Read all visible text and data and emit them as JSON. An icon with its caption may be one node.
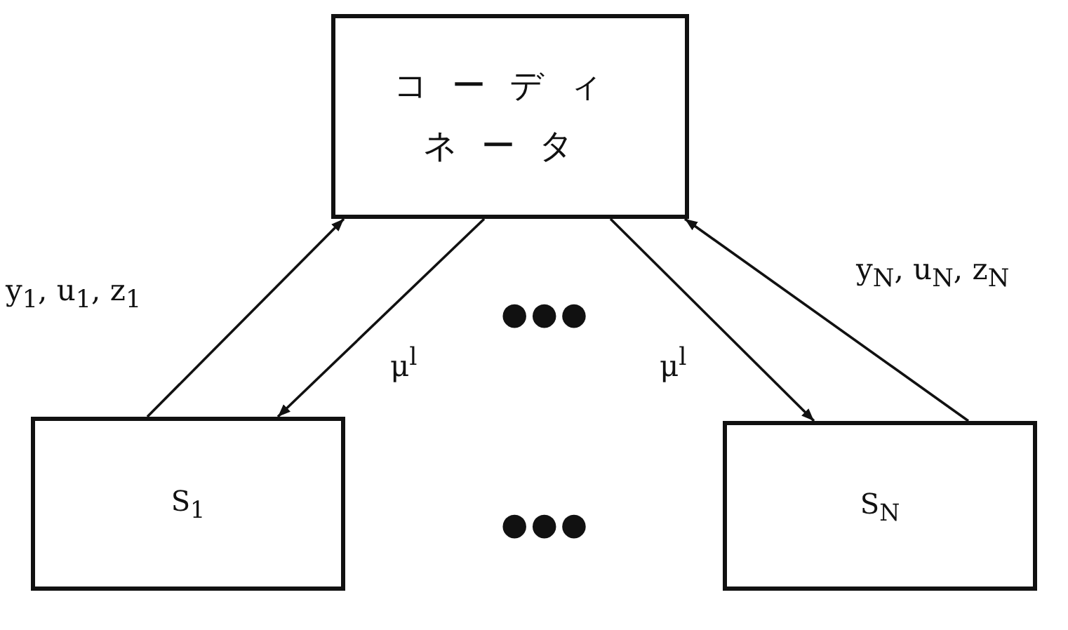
{
  "diagram": {
    "nodes": [
      {
        "text": [
          "コーディネータ"
        ]
      },
      {
        "text": [
          "S$_{1}$"
        ]
      },
      {
        "text": [
          "S$_{N}$"
        ]
      }
    ],
    "edges": [
      {
        "from": 1,
        "to": 0,
        "arrow": "to",
        "label": "y$_{1}$, u$_{1}$, z$_{1}$"
      },
      {
        "from": 0,
        "to": 1,
        "arrow": "to",
        "label": "μ$^{l}$"
      },
      {
        "from": 0,
        "to": 2,
        "arrow": "to",
        "label": "μ$^{l}$"
      },
      {
        "from": 2,
        "to": 0,
        "arrow": "to",
        "label": "y$_{N}$, u$_{N}$, z$_{N}$"
      }
    ],
    "labels": [
      "●●●",
      "●●●"
    ]
  }
}
